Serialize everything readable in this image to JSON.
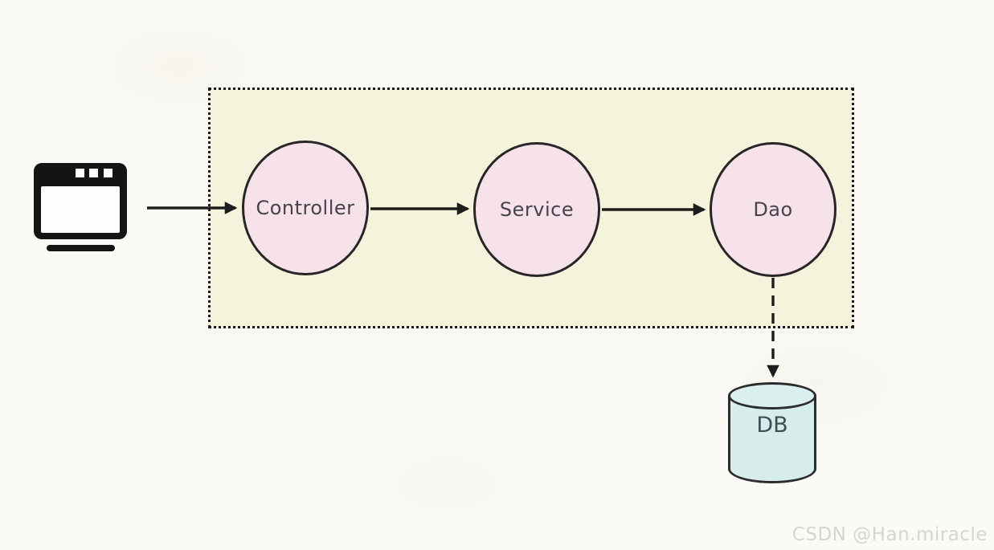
{
  "diagram": {
    "title": "web-layered-architecture",
    "client": {
      "icon": "browser-window-icon",
      "color": "#141414"
    },
    "boundary_box": {
      "fill": "#f6f3dd",
      "border_color": "#1b1b1b",
      "border_style": "dotted"
    },
    "nodes": [
      {
        "id": "controller",
        "label": "Controller",
        "fill": "#f8e2e9",
        "border": "#262626"
      },
      {
        "id": "service",
        "label": "Service",
        "fill": "#f8e2e9",
        "border": "#262626"
      },
      {
        "id": "dao",
        "label": "Dao",
        "fill": "#f8e2e9",
        "border": "#262626"
      }
    ],
    "database": {
      "label": "DB",
      "shape": "cylinder",
      "fill": "#d6edec",
      "border": "#2c2c2c"
    },
    "arrows": [
      {
        "from": "client",
        "to": "controller",
        "style": "solid"
      },
      {
        "from": "controller",
        "to": "service",
        "style": "solid"
      },
      {
        "from": "service",
        "to": "dao",
        "style": "solid"
      },
      {
        "from": "dao",
        "to": "database",
        "style": "dashed"
      }
    ],
    "arrow_color": "#1d1d1d",
    "watermark": "CSDN @Han.miracle"
  }
}
